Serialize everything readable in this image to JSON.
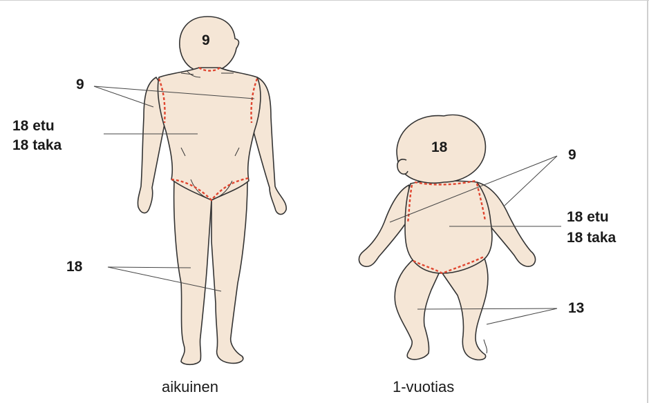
{
  "adult": {
    "head_pct": "9",
    "arms_pct": "9",
    "trunk_front": "18 etu",
    "trunk_back": "18 taka",
    "legs_pct": "18",
    "caption": "aikuinen"
  },
  "child": {
    "head_pct": "18",
    "arms_pct": "9",
    "trunk_front": "18 etu",
    "trunk_back": "18 taka",
    "legs_pct": "13",
    "caption": "1-vuotias"
  },
  "colors": {
    "skin": "#f5e6d6",
    "outline": "#333333",
    "boundary": "#e0452f"
  }
}
